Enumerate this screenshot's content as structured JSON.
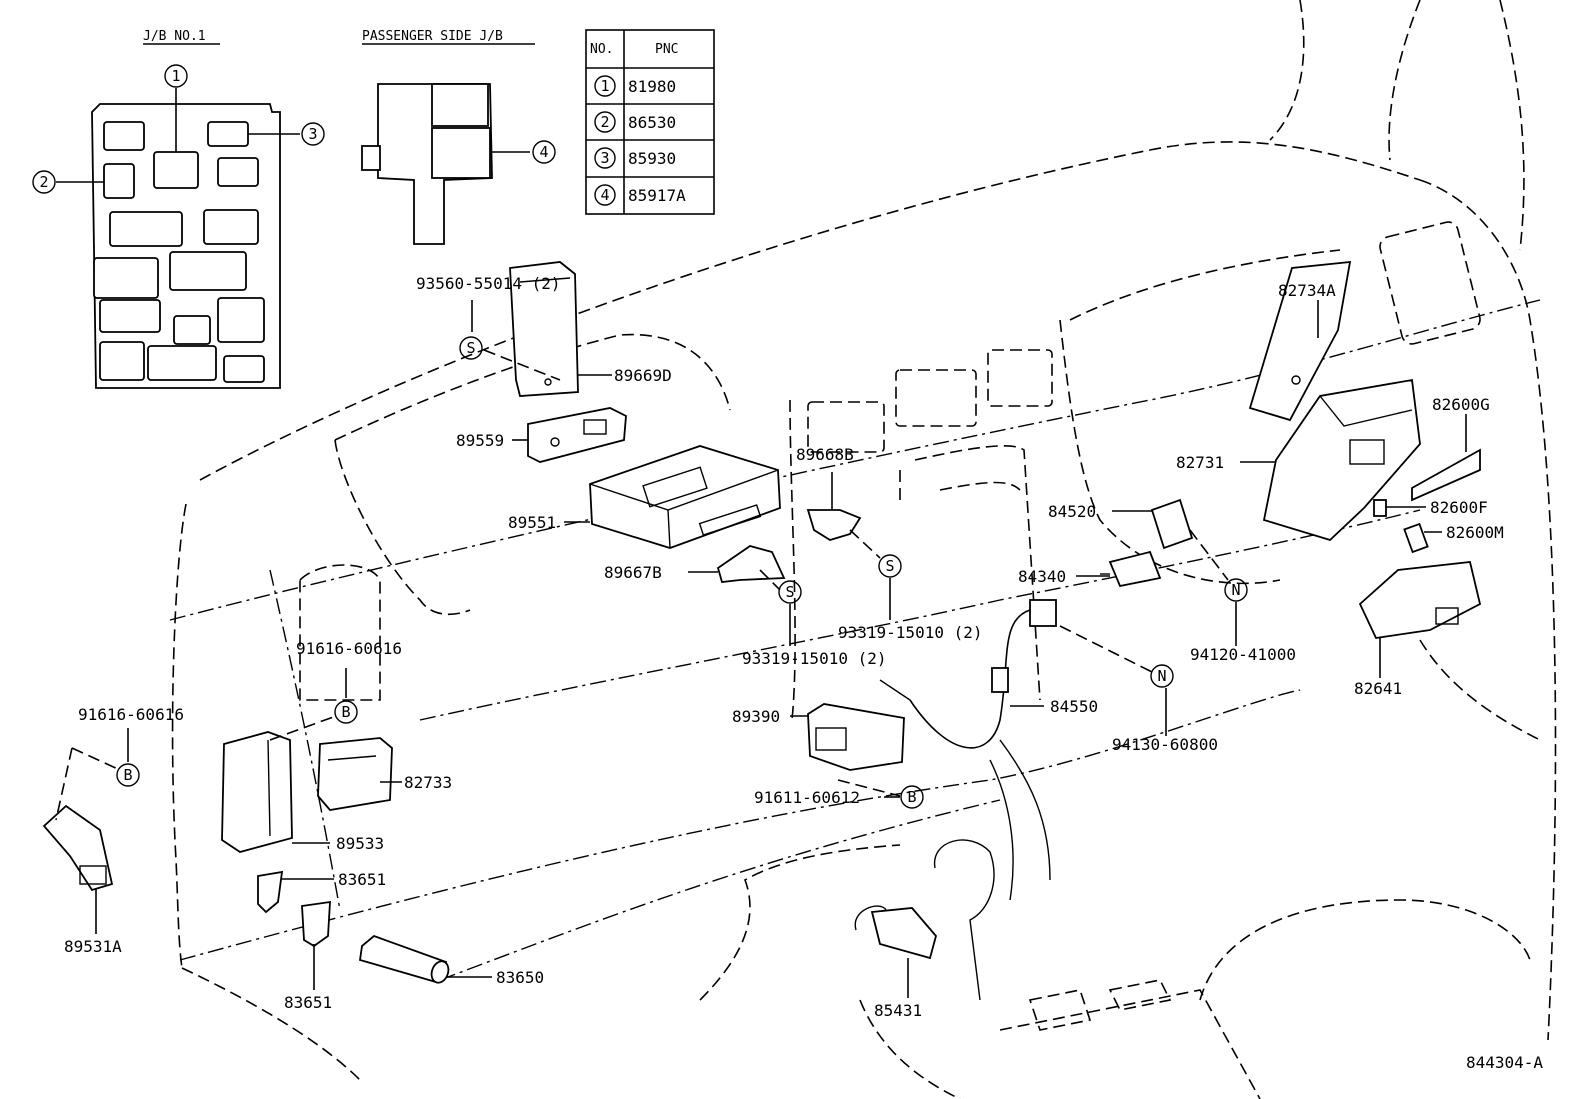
{
  "headings": {
    "jb_no1": "J/B NO.1",
    "passenger_side_jb": "PASSENGER SIDE J/B"
  },
  "pnc_table": {
    "col_no": "NO.",
    "col_pnc": "PNC",
    "rows": [
      {
        "no": "1",
        "pnc": "81980"
      },
      {
        "no": "2",
        "pnc": "86530"
      },
      {
        "no": "3",
        "pnc": "85930"
      },
      {
        "no": "4",
        "pnc": "85917A"
      }
    ]
  },
  "callouts": {
    "c1": "1",
    "c2": "2",
    "c3": "3",
    "c4": "4",
    "s": "S",
    "n": "N",
    "b": "B"
  },
  "parts": {
    "p93560": "93560-55014 (2)",
    "p89669D": "89669D",
    "p89559": "89559",
    "p89551": "89551",
    "p89668B": "89668B",
    "p89667B": "89667B",
    "p93319_a": "93319-15010 (2)",
    "p93319_b": "93319-15010 (2)",
    "p91616_a": "91616-60616",
    "p91616_b": "91616-60616",
    "p82733": "82733",
    "p89533": "89533",
    "p83651_a": "83651",
    "p83651_b": "83651",
    "p83650": "83650",
    "p89531A": "89531A",
    "p89390": "89390",
    "p91611": "91611-60612",
    "p84550": "84550",
    "p84340": "84340",
    "p84520": "84520",
    "p94130": "94130-60800",
    "p94120": "94120-41000",
    "p82734A": "82734A",
    "p82731": "82731",
    "p82600G": "82600G",
    "p82600F": "82600F",
    "p82600M": "82600M",
    "p82641": "82641",
    "p85431": "85431"
  },
  "figure_id": "844304-A"
}
